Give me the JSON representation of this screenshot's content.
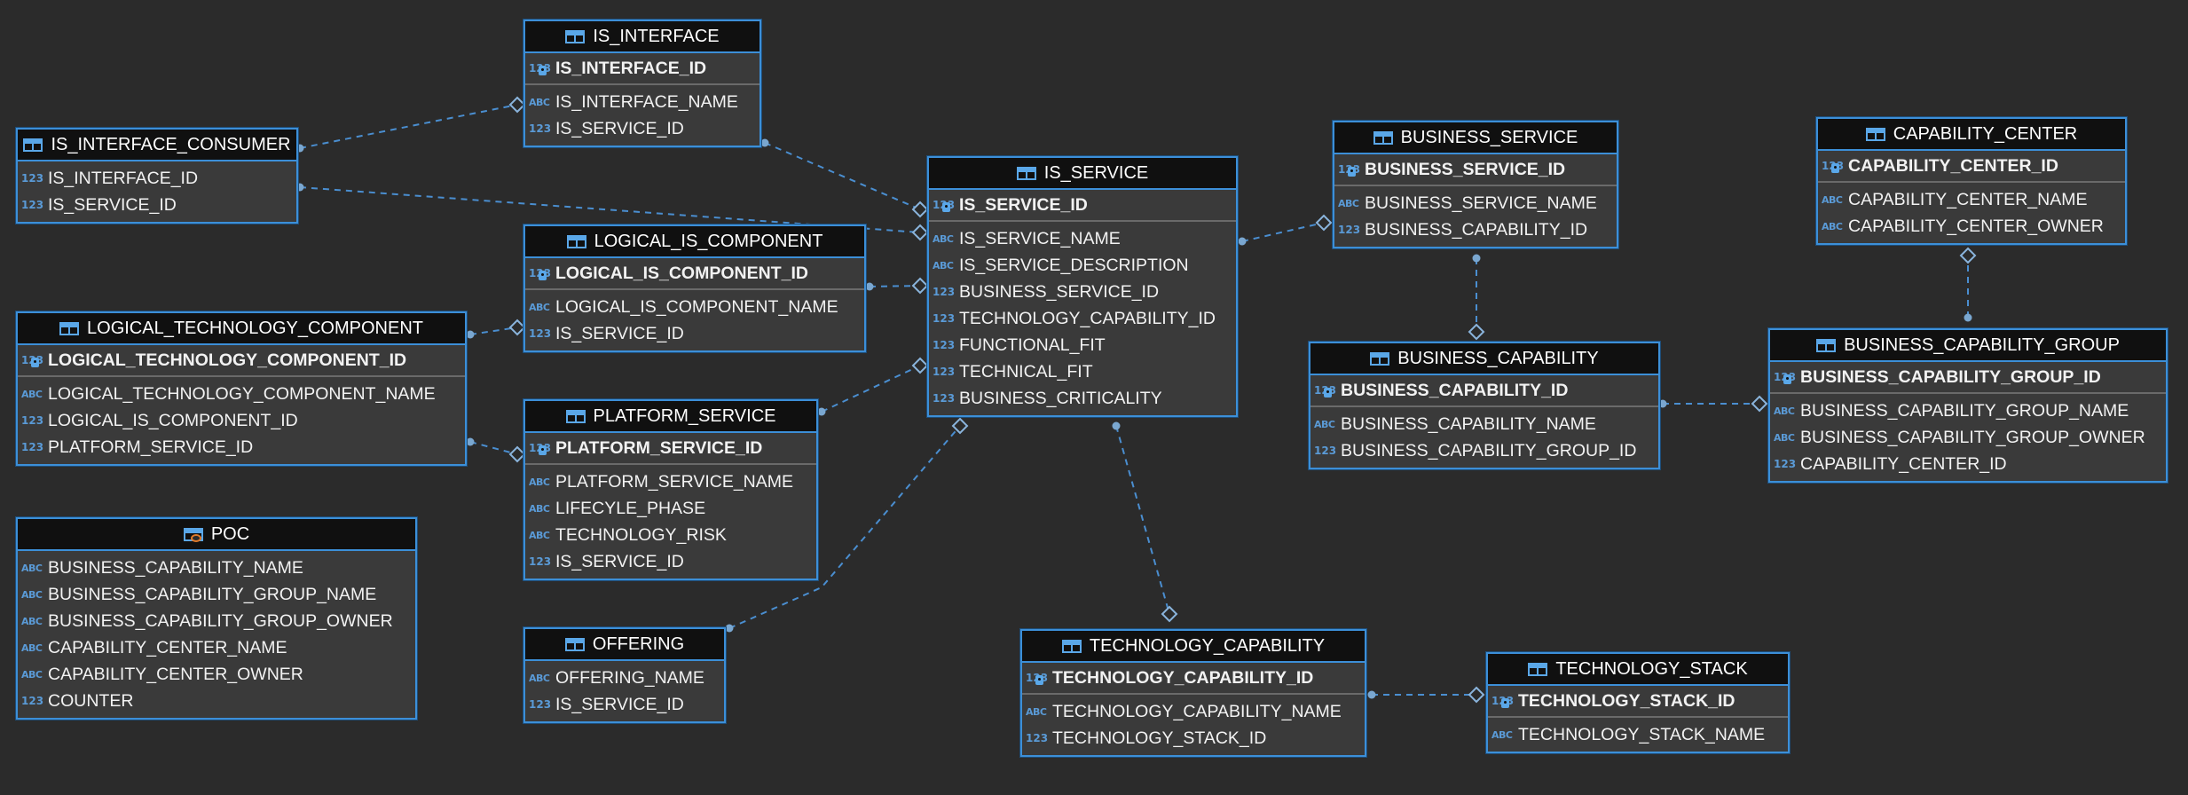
{
  "diagram": {
    "colors": {
      "background": "#2b2b2b",
      "border": "#3c8fd8",
      "header": "#101010",
      "body": "#3a3a3a",
      "type_badge": "#5a9ad6",
      "link": "#4a8ed0"
    },
    "entities": {
      "is_interface": {
        "title": "IS_INTERFACE",
        "icon": "table-icon",
        "pk": [
          {
            "type": "123",
            "name": "IS_INTERFACE_ID"
          }
        ],
        "columns": [
          {
            "type": "ABC",
            "name": "IS_INTERFACE_NAME"
          },
          {
            "type": "123",
            "name": "IS_SERVICE_ID"
          }
        ]
      },
      "is_interface_consumer": {
        "title": "IS_INTERFACE_CONSUMER",
        "icon": "table-icon",
        "columns": [
          {
            "type": "123",
            "name": "IS_INTERFACE_ID"
          },
          {
            "type": "123",
            "name": "IS_SERVICE_ID"
          }
        ]
      },
      "logical_is_component": {
        "title": "LOGICAL_IS_COMPONENT",
        "icon": "table-icon",
        "pk": [
          {
            "type": "123",
            "name": "LOGICAL_IS_COMPONENT_ID"
          }
        ],
        "columns": [
          {
            "type": "ABC",
            "name": "LOGICAL_IS_COMPONENT_NAME"
          },
          {
            "type": "123",
            "name": "IS_SERVICE_ID"
          }
        ]
      },
      "logical_technology_component": {
        "title": "LOGICAL_TECHNOLOGY_COMPONENT",
        "icon": "table-icon",
        "pk": [
          {
            "type": "123",
            "name": "LOGICAL_TECHNOLOGY_COMPONENT_ID"
          }
        ],
        "columns": [
          {
            "type": "ABC",
            "name": "LOGICAL_TECHNOLOGY_COMPONENT_NAME"
          },
          {
            "type": "123",
            "name": "LOGICAL_IS_COMPONENT_ID"
          },
          {
            "type": "123",
            "name": "PLATFORM_SERVICE_ID"
          }
        ]
      },
      "platform_service": {
        "title": "PLATFORM_SERVICE",
        "icon": "table-icon",
        "pk": [
          {
            "type": "123",
            "name": "PLATFORM_SERVICE_ID"
          }
        ],
        "columns": [
          {
            "type": "ABC",
            "name": "PLATFORM_SERVICE_NAME"
          },
          {
            "type": "ABC",
            "name": "LIFECYLE_PHASE"
          },
          {
            "type": "ABC",
            "name": "TECHNOLOGY_RISK"
          },
          {
            "type": "123",
            "name": "IS_SERVICE_ID"
          }
        ]
      },
      "poc": {
        "title": "POC",
        "icon": "view-icon",
        "columns": [
          {
            "type": "ABC",
            "name": "BUSINESS_CAPABILITY_NAME"
          },
          {
            "type": "ABC",
            "name": "BUSINESS_CAPABILITY_GROUP_NAME"
          },
          {
            "type": "ABC",
            "name": "BUSINESS_CAPABILITY_GROUP_OWNER"
          },
          {
            "type": "ABC",
            "name": "CAPABILITY_CENTER_NAME"
          },
          {
            "type": "ABC",
            "name": "CAPABILITY_CENTER_OWNER"
          },
          {
            "type": "123",
            "name": "COUNTER"
          }
        ]
      },
      "offering": {
        "title": "OFFERING",
        "icon": "table-icon",
        "columns": [
          {
            "type": "ABC",
            "name": "OFFERING_NAME"
          },
          {
            "type": "123",
            "name": "IS_SERVICE_ID"
          }
        ]
      },
      "is_service": {
        "title": "IS_SERVICE",
        "icon": "table-icon",
        "pk": [
          {
            "type": "123",
            "name": "IS_SERVICE_ID"
          }
        ],
        "columns": [
          {
            "type": "ABC",
            "name": "IS_SERVICE_NAME"
          },
          {
            "type": "ABC",
            "name": "IS_SERVICE_DESCRIPTION"
          },
          {
            "type": "123",
            "name": "BUSINESS_SERVICE_ID"
          },
          {
            "type": "123",
            "name": "TECHNOLOGY_CAPABILITY_ID"
          },
          {
            "type": "123",
            "name": "FUNCTIONAL_FIT"
          },
          {
            "type": "123",
            "name": "TECHNICAL_FIT"
          },
          {
            "type": "123",
            "name": "BUSINESS_CRITICALITY"
          }
        ]
      },
      "business_service": {
        "title": "BUSINESS_SERVICE",
        "icon": "table-icon",
        "pk": [
          {
            "type": "123",
            "name": "BUSINESS_SERVICE_ID"
          }
        ],
        "columns": [
          {
            "type": "ABC",
            "name": "BUSINESS_SERVICE_NAME"
          },
          {
            "type": "123",
            "name": "BUSINESS_CAPABILITY_ID"
          }
        ]
      },
      "business_capability": {
        "title": "BUSINESS_CAPABILITY",
        "icon": "table-icon",
        "pk": [
          {
            "type": "123",
            "name": "BUSINESS_CAPABILITY_ID"
          }
        ],
        "columns": [
          {
            "type": "ABC",
            "name": "BUSINESS_CAPABILITY_NAME"
          },
          {
            "type": "123",
            "name": "BUSINESS_CAPABILITY_GROUP_ID"
          }
        ]
      },
      "capability_center": {
        "title": "CAPABILITY_CENTER",
        "icon": "table-icon",
        "pk": [
          {
            "type": "123",
            "name": "CAPABILITY_CENTER_ID"
          }
        ],
        "columns": [
          {
            "type": "ABC",
            "name": "CAPABILITY_CENTER_NAME"
          },
          {
            "type": "ABC",
            "name": "CAPABILITY_CENTER_OWNER"
          }
        ]
      },
      "business_capability_group": {
        "title": "BUSINESS_CAPABILITY_GROUP",
        "icon": "table-icon",
        "pk": [
          {
            "type": "123",
            "name": "BUSINESS_CAPABILITY_GROUP_ID"
          }
        ],
        "columns": [
          {
            "type": "ABC",
            "name": "BUSINESS_CAPABILITY_GROUP_NAME"
          },
          {
            "type": "ABC",
            "name": "BUSINESS_CAPABILITY_GROUP_OWNER"
          },
          {
            "type": "123",
            "name": "CAPABILITY_CENTER_ID"
          }
        ]
      },
      "technology_capability": {
        "title": "TECHNOLOGY_CAPABILITY",
        "icon": "table-icon",
        "pk": [
          {
            "type": "123",
            "name": "TECHNOLOGY_CAPABILITY_ID"
          }
        ],
        "columns": [
          {
            "type": "ABC",
            "name": "TECHNOLOGY_CAPABILITY_NAME"
          },
          {
            "type": "123",
            "name": "TECHNOLOGY_STACK_ID"
          }
        ]
      },
      "technology_stack": {
        "title": "TECHNOLOGY_STACK",
        "icon": "table-icon",
        "pk": [
          {
            "type": "123",
            "name": "TECHNOLOGY_STACK_ID"
          }
        ],
        "columns": [
          {
            "type": "ABC",
            "name": "TECHNOLOGY_STACK_NAME"
          }
        ]
      }
    },
    "relationships": [
      {
        "from": "is_interface_consumer",
        "to": "is_interface"
      },
      {
        "from": "is_interface_consumer",
        "to": "is_service"
      },
      {
        "from": "is_interface",
        "to": "is_service"
      },
      {
        "from": "logical_is_component",
        "to": "is_service"
      },
      {
        "from": "logical_technology_component",
        "to": "logical_is_component"
      },
      {
        "from": "logical_technology_component",
        "to": "platform_service"
      },
      {
        "from": "platform_service",
        "to": "is_service"
      },
      {
        "from": "offering",
        "to": "is_service"
      },
      {
        "from": "is_service",
        "to": "business_service"
      },
      {
        "from": "is_service",
        "to": "technology_capability"
      },
      {
        "from": "business_service",
        "to": "business_capability"
      },
      {
        "from": "business_capability",
        "to": "business_capability_group"
      },
      {
        "from": "business_capability_group",
        "to": "capability_center"
      },
      {
        "from": "technology_capability",
        "to": "technology_stack"
      }
    ]
  }
}
